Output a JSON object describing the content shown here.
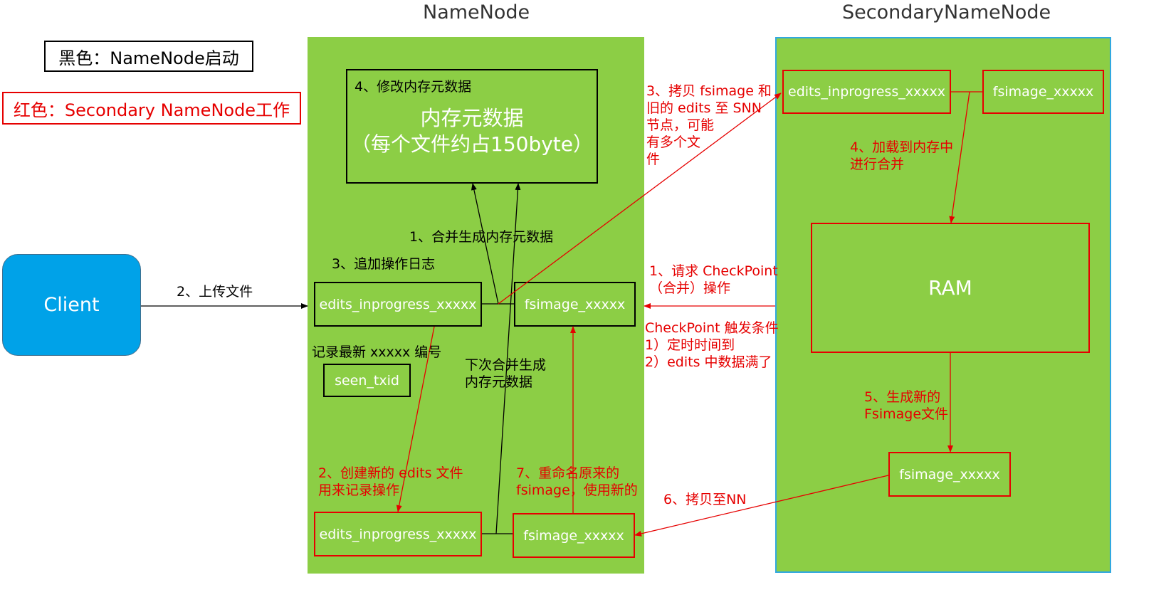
{
  "titles": {
    "namenode": "NameNode",
    "secondary": "SecondaryNameNode"
  },
  "legend": {
    "black": "黑色：NameNode启动",
    "red": "红色：Secondary NameNode工作"
  },
  "client": {
    "label": "Client"
  },
  "namenode": {
    "memory_box_caption": "4、修改内存元数据",
    "memory_box_line1": "内存元数据",
    "memory_box_line2": "（每个文件约占150byte）",
    "edits_top": "edits_inprogress_xxxxx",
    "fsimage_top": "fsimage_xxxxx",
    "seen_txid": "seen_txid",
    "edits_bottom": "edits_inprogress_xxxxx",
    "fsimage_bottom": "fsimage_xxxxx"
  },
  "snn": {
    "edits": "edits_inprogress_xxxxx",
    "fsimage": "fsimage_xxxxx",
    "ram": "RAM",
    "fsimage_new": "fsimage_xxxxx"
  },
  "labels": {
    "upload": "2、上传文件",
    "append_log": "3、追加操作日志",
    "merge_memory": "1、合并生成内存元数据",
    "record_latest": "记录最新 xxxxx 编号",
    "next_merge": "下次合并生成\n内存元数据",
    "create_edits": "2、创建新的 edits 文件\n用来记录操作",
    "rename": "7、重命名原来的\nfsimage，使用新的",
    "copy_to_snn": "3、拷贝 fsimage 和\n旧的 edits 至 SNN\n节点，可能\n有多个文\n件",
    "request_checkpoint": "1、请求 CheckPoint\n（合并）操作",
    "checkpoint_conditions": "CheckPoint 触发条件\n1）定时时间到\n2）edits 中数据满了",
    "load_merge": "4、加载到内存中\n进行合并",
    "generate_new": "5、生成新的\nFsimage文件",
    "copy_to_nn": "6、拷贝至NN"
  },
  "colors": {
    "panel_green": "#8cce45",
    "client_blue": "#00a2e8",
    "red": "#e60000",
    "black": "#000000",
    "snn_border": "#31a8e0"
  }
}
